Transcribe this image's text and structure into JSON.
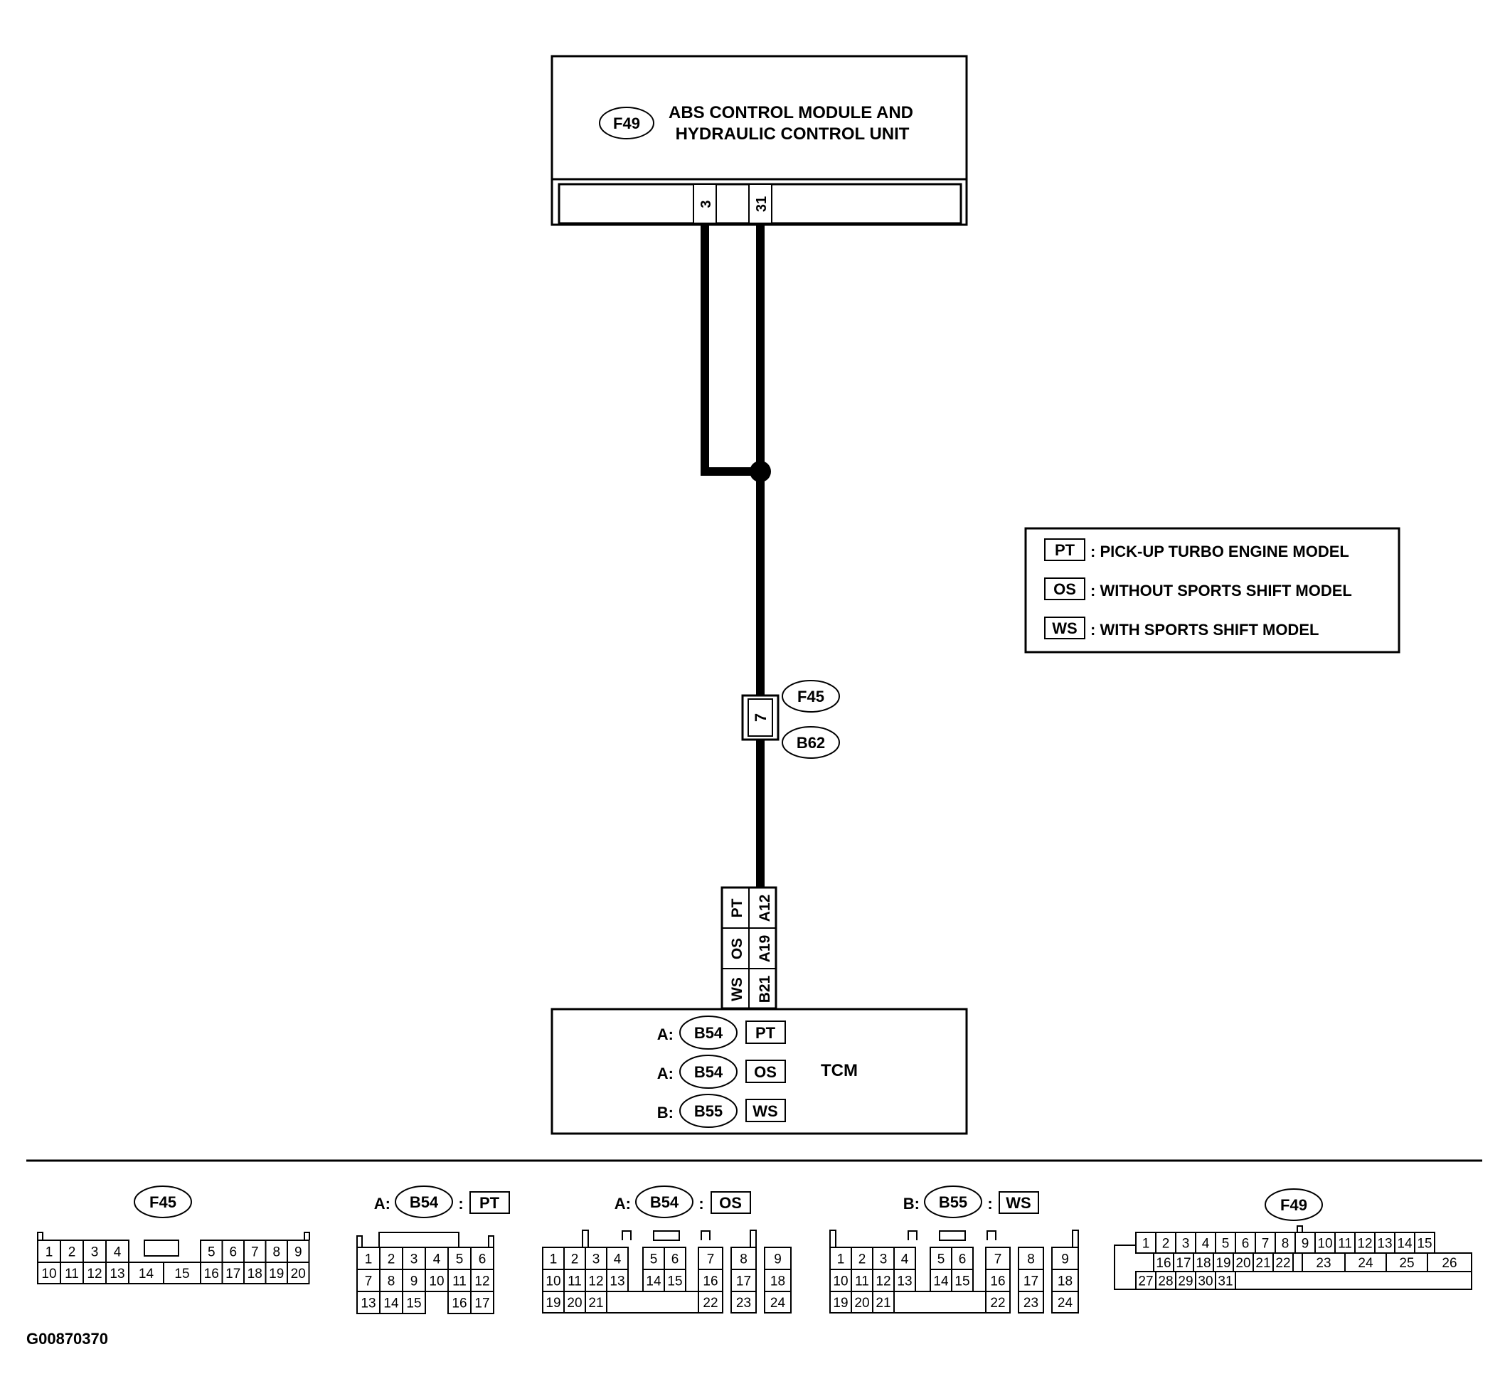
{
  "abs_module": {
    "connector_id": "F49",
    "title_line1": "ABS CONTROL MODULE AND",
    "title_line2": "HYDRAULIC CONTROL UNIT",
    "pins": [
      "3",
      "31"
    ]
  },
  "joint_connector": {
    "pin": "7",
    "connector_a": "F45",
    "connector_b": "B62"
  },
  "tcm_pins": [
    {
      "tag": "PT",
      "pin": "A12"
    },
    {
      "tag": "OS",
      "pin": "A19"
    },
    {
      "tag": "WS",
      "pin": "B21"
    }
  ],
  "tcm": {
    "title": "TCM",
    "rows": [
      {
        "prefix": "A:",
        "connector": "B54",
        "tag": "PT"
      },
      {
        "prefix": "A:",
        "connector": "B54",
        "tag": "OS"
      },
      {
        "prefix": "B:",
        "connector": "B55",
        "tag": "WS"
      }
    ]
  },
  "legend": {
    "items": [
      {
        "tag": "PT",
        "text": ": PICK-UP TURBO ENGINE MODEL"
      },
      {
        "tag": "OS",
        "text": ": WITHOUT SPORTS SHIFT MODEL"
      },
      {
        "tag": "WS",
        "text": ": WITH SPORTS SHIFT MODEL"
      }
    ]
  },
  "connector_views": [
    {
      "name": "F45",
      "prefix": "",
      "tag": ""
    },
    {
      "name": "B54",
      "prefix": "A:",
      "tag": "PT"
    },
    {
      "name": "B54",
      "prefix": "A:",
      "tag": "OS"
    },
    {
      "name": "B55",
      "prefix": "B:",
      "tag": "WS"
    },
    {
      "name": "F49",
      "prefix": "",
      "tag": ""
    }
  ],
  "f45_rows": [
    [
      "1",
      "2",
      "3",
      "4",
      "5",
      "6",
      "7",
      "8",
      "9"
    ],
    [
      "10",
      "11",
      "12",
      "13",
      "14",
      "15",
      "16",
      "17",
      "18",
      "19",
      "20"
    ]
  ],
  "b54pt_rows": [
    [
      "1",
      "2",
      "3",
      "4",
      "5",
      "6"
    ],
    [
      "7",
      "8",
      "9",
      "10",
      "11",
      "12"
    ],
    [
      "13",
      "14",
      "15",
      "16",
      "17"
    ]
  ],
  "b24_rows": [
    [
      "1",
      "2",
      "3",
      "4",
      "5",
      "6",
      "7",
      "8",
      "9"
    ],
    [
      "10",
      "11",
      "12",
      "13",
      "14",
      "15",
      "16",
      "17",
      "18"
    ],
    [
      "19",
      "20",
      "21",
      "22",
      "23",
      "24"
    ]
  ],
  "f49_rows": [
    [
      "1",
      "2",
      "3",
      "4",
      "5",
      "6",
      "7",
      "8",
      "9",
      "10",
      "11",
      "12",
      "13",
      "14",
      "15"
    ],
    [
      "16",
      "17",
      "18",
      "19",
      "20",
      "21",
      "22",
      "23",
      "24",
      "25",
      "26"
    ],
    [
      "27",
      "28",
      "29",
      "30",
      "31"
    ]
  ],
  "figure_id": "G00870370"
}
